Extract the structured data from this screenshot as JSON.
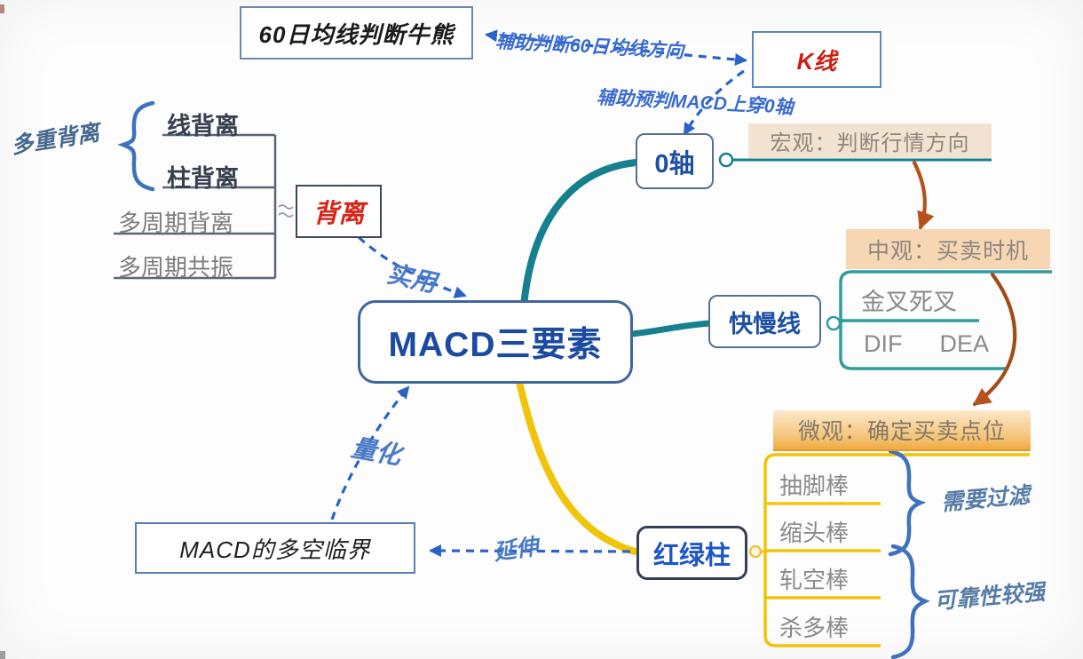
{
  "nodes": {
    "ma60": {
      "label": "60日均线判断牛熊"
    },
    "kline": {
      "label": "K线"
    },
    "zero_axis": {
      "label": "0轴"
    },
    "root": {
      "label": "MACD三要素"
    },
    "fast_slow": {
      "label": "快慢线"
    },
    "red_green": {
      "label": "红绿柱"
    },
    "divergence": {
      "label": "背离"
    },
    "macd_critical": {
      "label": "MACD的多空临界"
    }
  },
  "strips": {
    "macro": {
      "label": "宏观：判断行情方向"
    },
    "meso": {
      "label": "中观：买卖时机"
    },
    "micro": {
      "label": "微观：确定买卖点位"
    }
  },
  "divergence_group": {
    "brace_label": "多重背离",
    "items": [
      "线背离",
      "柱背离",
      "多周期背离",
      "多周期共振"
    ]
  },
  "fastslow_group": {
    "items": [
      "金叉死叉"
    ],
    "dif": "DIF",
    "dea": "DEA"
  },
  "bars_group": {
    "items": [
      "抽脚棒",
      "缩头棒",
      "轧空棒",
      "杀多棒"
    ],
    "note_top": "需要过滤",
    "note_bottom": "可靠性较强"
  },
  "edge_labels": {
    "assist_ma60": "辅助判断60日均线方向",
    "assist_zero_axis": "辅助预判MACD上穿0轴",
    "practical": "实用",
    "quantify": "量化",
    "extend": "延伸"
  },
  "colors": {
    "teal_branch": "#16808f",
    "yellow_branch": "#f1c409",
    "node_text_blue": "#1d4fa3",
    "red_text": "#d62516",
    "dashed_blue": "#2a63c8",
    "orange_arrow": "#b5521c",
    "gray_text": "#8a8a8a",
    "macro_bg": "#f2e2d2",
    "meso_bg": "#f7d6b4",
    "micro_bg_top": "#fbe9cb",
    "micro_bg_bottom": "#f2ab42",
    "brace_blue": "#3e72bd"
  }
}
